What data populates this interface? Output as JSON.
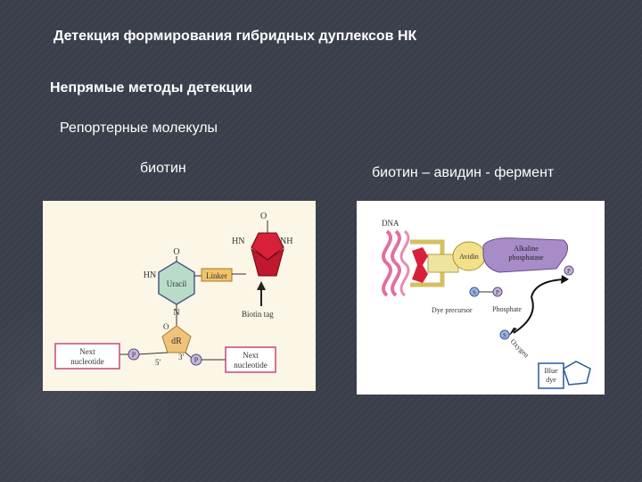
{
  "slide": {
    "title": "Детекция формирования гибридных дуплексов НК",
    "subtitle": "Непрямые методы детекции",
    "reporter_heading": "Репортерные молекулы",
    "biotin_label": "биотин",
    "chain_label": "биотин – авидин - фермент"
  },
  "left_diagram": {
    "ring_labels": [
      "HN",
      "O",
      "N",
      "Uracil"
    ],
    "linker": "Linker",
    "biotin_atoms": {
      "top": "O",
      "left": "HN",
      "right": "NH"
    },
    "biotin_tag": "Biotin tag",
    "dr": "dR",
    "o_top": "O",
    "prime_3": "3'",
    "prime_5": "5'",
    "p": "P",
    "next_left": [
      "Next",
      "nucleotide"
    ],
    "next_right": [
      "Next",
      "nucleotide"
    ]
  },
  "right_diagram": {
    "dna": "DNA",
    "avidin": "Avidin",
    "enzyme": [
      "Alkaline",
      "phosphatase"
    ],
    "p": "P",
    "s": "S",
    "dye_precursor": "Dye precursor",
    "phosphate": "Phosphate",
    "oxygen": "Oxygen",
    "blue_dye": [
      "Blue",
      "dye"
    ]
  }
}
